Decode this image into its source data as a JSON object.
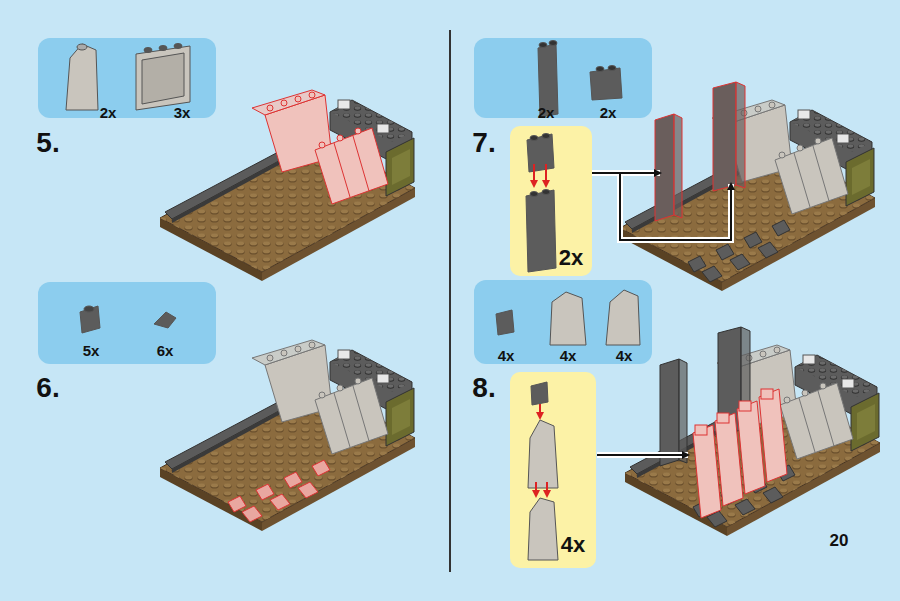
{
  "diagram": {
    "nodes": [
      {
        "text": [
          "2x",
          "3x"
        ]
      },
      {
        "text": [
          "5x",
          "6x"
        ]
      },
      {
        "text": [
          "2x",
          "2x"
        ]
      },
      {
        "text": [
          "2x"
        ]
      },
      {
        "text": [
          "4x",
          "4x",
          "4x"
        ]
      },
      {
        "text": [
          "4x"
        ]
      }
    ],
    "labels": [
      "5.",
      "6.",
      "7.",
      "8.",
      "20"
    ]
  }
}
